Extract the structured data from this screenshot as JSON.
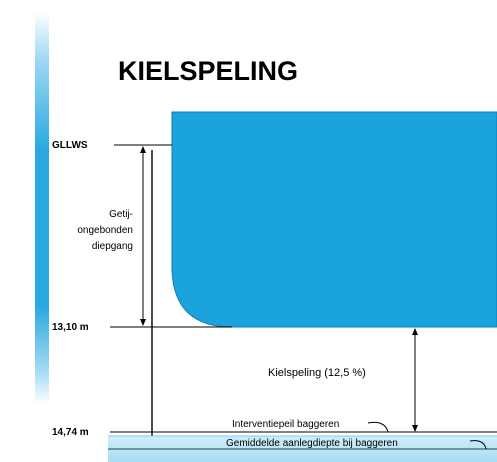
{
  "title": "KIELSPELING",
  "levels": {
    "gllws": "GLLWS",
    "draft_depth": "13,10 m",
    "dredge_depth": "14,74 m"
  },
  "labels": {
    "draft_line1": "Getij-",
    "draft_line2": "ongebonden",
    "draft_line3": "diepgang",
    "keel_clearance": "Kielspeling (12,5 %)",
    "intervention_level": "Interventiepeil baggeren",
    "average_depth": "Gemiddelde aanlegdiepte bij baggeren"
  },
  "colors": {
    "hull": "#1aa3dd",
    "water_bar": "#2aa9e0",
    "seabed": "#bfe6f7",
    "line": "#000000"
  }
}
